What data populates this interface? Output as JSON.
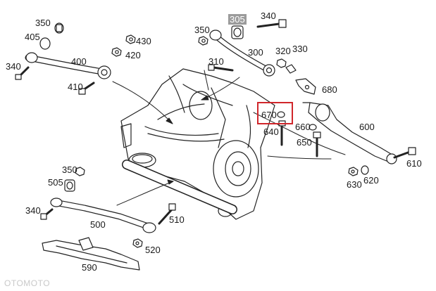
{
  "diagram": {
    "part_labels": {
      "p350a": "350",
      "p405": "405",
      "p340a": "340",
      "p400": "400",
      "p410": "410",
      "p430": "430",
      "p420": "420",
      "p305": "305",
      "p340b": "340",
      "p350b": "350",
      "p300": "300",
      "p310": "310",
      "p320": "320",
      "p330": "330",
      "p680": "680",
      "p670": "670",
      "p640": "640",
      "p660": "660",
      "p650": "650",
      "p600": "600",
      "p610": "610",
      "p630": "630",
      "p620": "620",
      "p350c": "350",
      "p505": "505",
      "p340c": "340",
      "p500": "500",
      "p510": "510",
      "p520": "520",
      "p590": "590"
    },
    "highlighted_part": "305",
    "callout_part": "670",
    "colors": {
      "line": "#222222",
      "callout_border": "#d0262b",
      "highlight_bg": "#9b9b9b"
    }
  },
  "watermark": {
    "text": "OTOMOTO"
  }
}
